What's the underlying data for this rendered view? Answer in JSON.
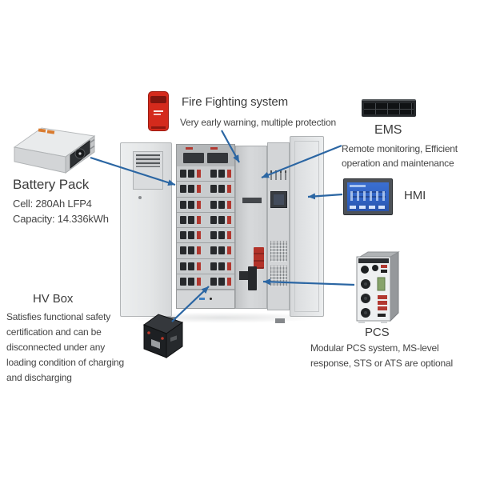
{
  "page": {
    "background": "#ffffff"
  },
  "colors": {
    "connector_line": "#2b66a3",
    "fire_device_red": "#d42a1c",
    "module_accent_red": "#b23830",
    "cabinet_grey": "#d9dbdc",
    "device_black": "#26292c",
    "hmi_screen_blue": "#2f62c4",
    "battery_handle_orange": "#d97b2f"
  },
  "cabinet": {
    "battery_rows": 8,
    "modules_per_row": 2
  },
  "callouts": {
    "battery_pack": {
      "title": "Battery Pack",
      "spec_cell": "Cell: 280Ah LFP4",
      "spec_capacity": "Capacity: 14.336kWh",
      "image": "battery-pack-module"
    },
    "fire_fighting": {
      "title": "Fire Fighting system",
      "description": "Very early warning, multiple protection",
      "image": "aerosol-fire-suppression-unit"
    },
    "ems": {
      "title": "EMS",
      "description": "Remote monitoring, Efficient operation and maintenance",
      "image": "rack-server"
    },
    "hmi": {
      "title": "HMI",
      "image": "touchscreen-panel"
    },
    "pcs": {
      "title": "PCS",
      "description": "Modular PCS system, MS-level response, STS or ATS are optional",
      "image": "pcs-power-module"
    },
    "hv_box": {
      "title": "HV Box",
      "description": "Satisfies functional safety certification and can be disconnected under any loading condition of charging and discharging",
      "image": "hv-box"
    }
  }
}
